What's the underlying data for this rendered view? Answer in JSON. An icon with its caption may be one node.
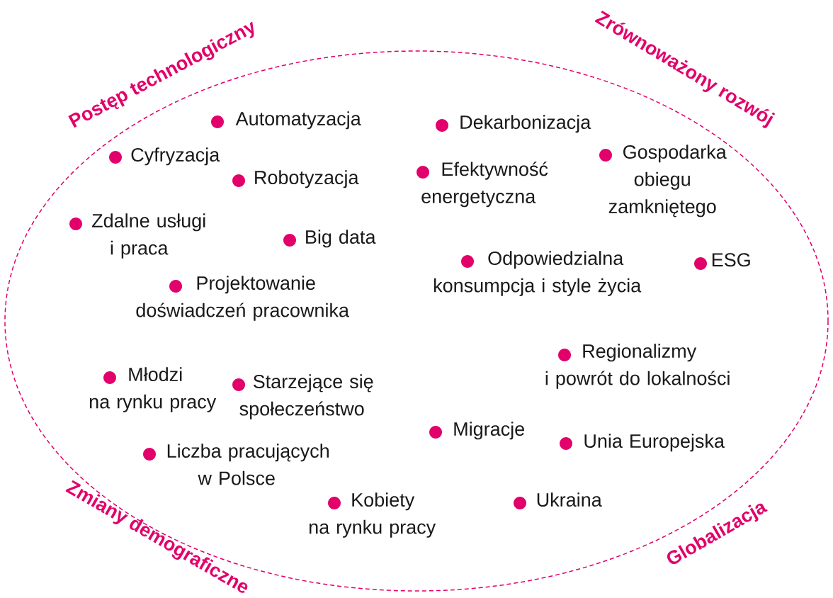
{
  "diagram": {
    "labels": [
      "Postęp technologiczny",
      "Zrównoważony rozwój",
      "Automatyzacja",
      "Dekarbonizacja",
      "Cyfryzacja",
      "Gospodarka obiegu zamkniętego",
      "Efektywność energetyczna",
      "Robotyzacja",
      "Zdalne usługi i praca",
      "Big data",
      "Odpowiedzialna konsumpcja i style życia",
      "ESG",
      "Projektowanie doświadczeń pracownika",
      "Regionalizmy i powrót do lokalności",
      "Młodzi na rynku pracy",
      "Starzejące się społeczeństwo",
      "Migracje",
      "Unia Europejska",
      "Liczba pracujących w Polsce",
      "Kobiety na rynku pracy",
      "Ukraina",
      "Zmiany demograficzne",
      "Globalizacja"
    ]
  }
}
